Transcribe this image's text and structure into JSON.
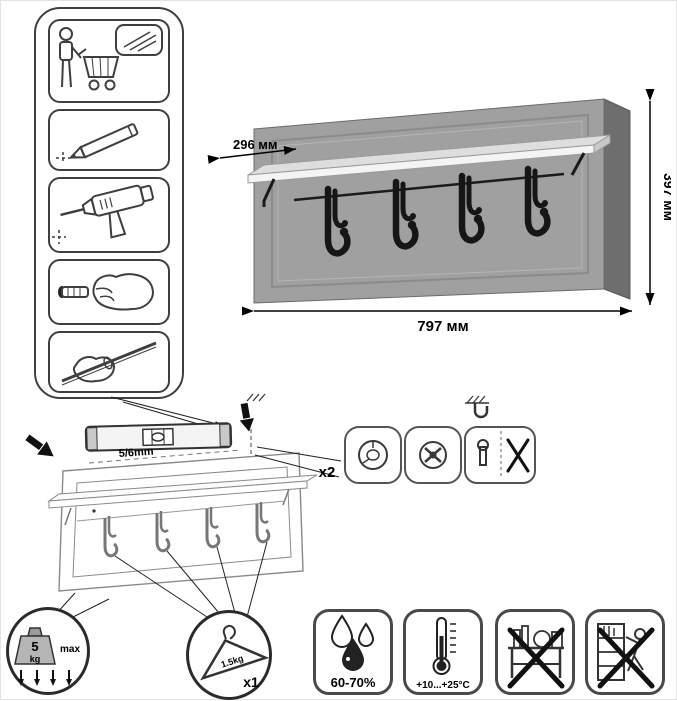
{
  "product": {
    "name": "wall-coat-rack",
    "hook_count": 4,
    "dimensions": {
      "depth": "296 мм",
      "height": "397 мм",
      "width": "797 мм"
    }
  },
  "installation": {
    "drill_size": "5/6mm",
    "fastener_count": "x2"
  },
  "limits": {
    "max_weight_value": "5",
    "max_weight_unit": "kg",
    "max_label": "max",
    "hanger_weight": "1.5kg",
    "hanger_count": "x1"
  },
  "environment": {
    "humidity": "60-70%",
    "temperature": "+10...+25°C"
  },
  "colors": {
    "panel": "#a0a0a0",
    "panel_side": "#6e6e6e",
    "shelf_top": "#dedede",
    "shelf_front": "#f4f4f4",
    "hook": "#161616",
    "line": "#3f3f3f"
  },
  "icons": {
    "steps": [
      "unpack-cart-icon",
      "pencil-mark-icon",
      "drill-icon",
      "dowel-insert-icon",
      "rod-install-icon"
    ],
    "installation": [
      "spirit-level-icon",
      "drill-point-arrow-icon",
      "wall-bracket-icon",
      "cam-fastener-icon",
      "screw-fastener-icon",
      "keyhole-no-screw-icon"
    ],
    "limits": [
      "max-weight-icon",
      "hanger-icon"
    ],
    "environment": [
      "humidity-drops-icon",
      "thermometer-icon",
      "no-heavy-load-icon",
      "no-climbing-icon"
    ]
  }
}
